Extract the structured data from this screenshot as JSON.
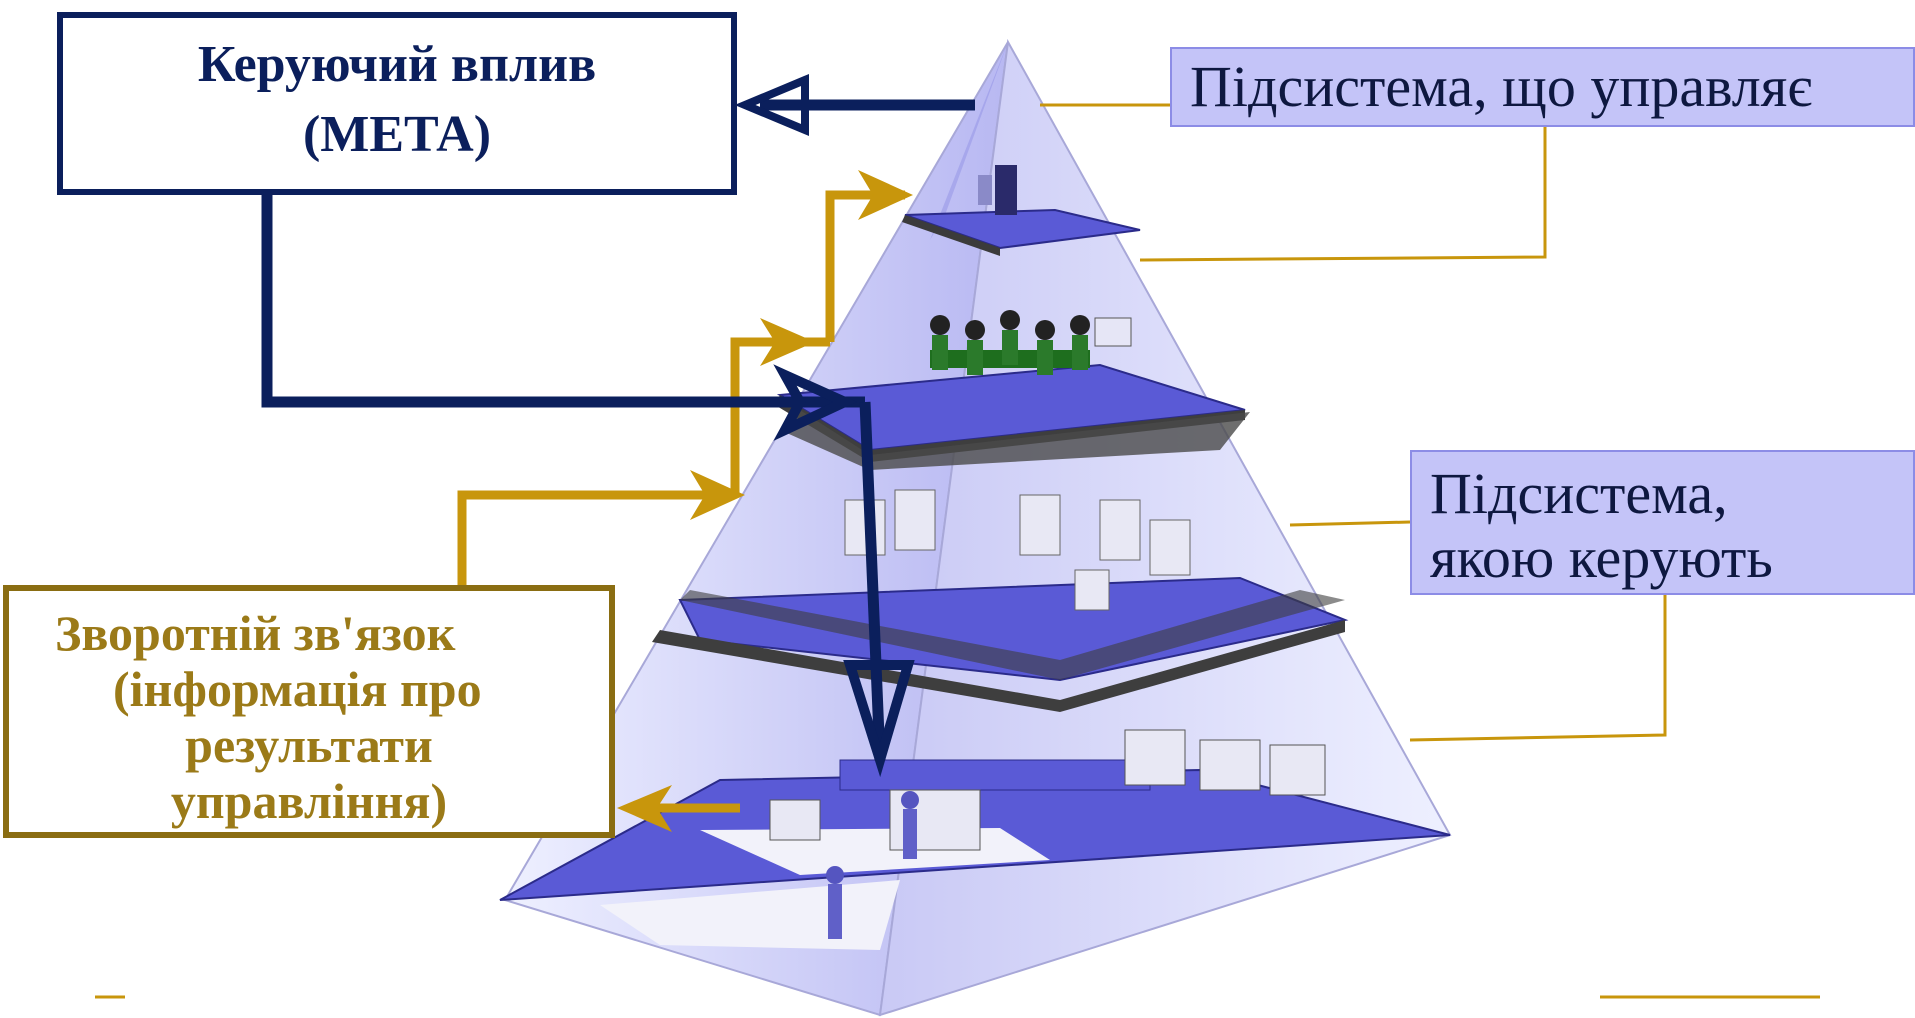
{
  "goal_box": {
    "line1": "Керуючий вплив",
    "line2": "(МЕТА)"
  },
  "feedback_box": {
    "line1": "Зворотній зв'язок",
    "line2": "(інформація про",
    "line3": "результати",
    "line4": "управління)"
  },
  "managing_subsystem": {
    "label": "Підсистема, що управляє"
  },
  "managed_subsystem": {
    "line1": "Підсистема,",
    "line2": "якою керують"
  },
  "colors": {
    "navy_arrow": "#0b1f5c",
    "gold_arrow": "#c8960c",
    "gold_text": "#9b7a18",
    "pyramid_face": "#c9c9f5",
    "floor": "#5a5ad6",
    "slab": "#454545",
    "label_fill": "#c4c4f8"
  },
  "pyramid": {
    "levels": 4
  }
}
